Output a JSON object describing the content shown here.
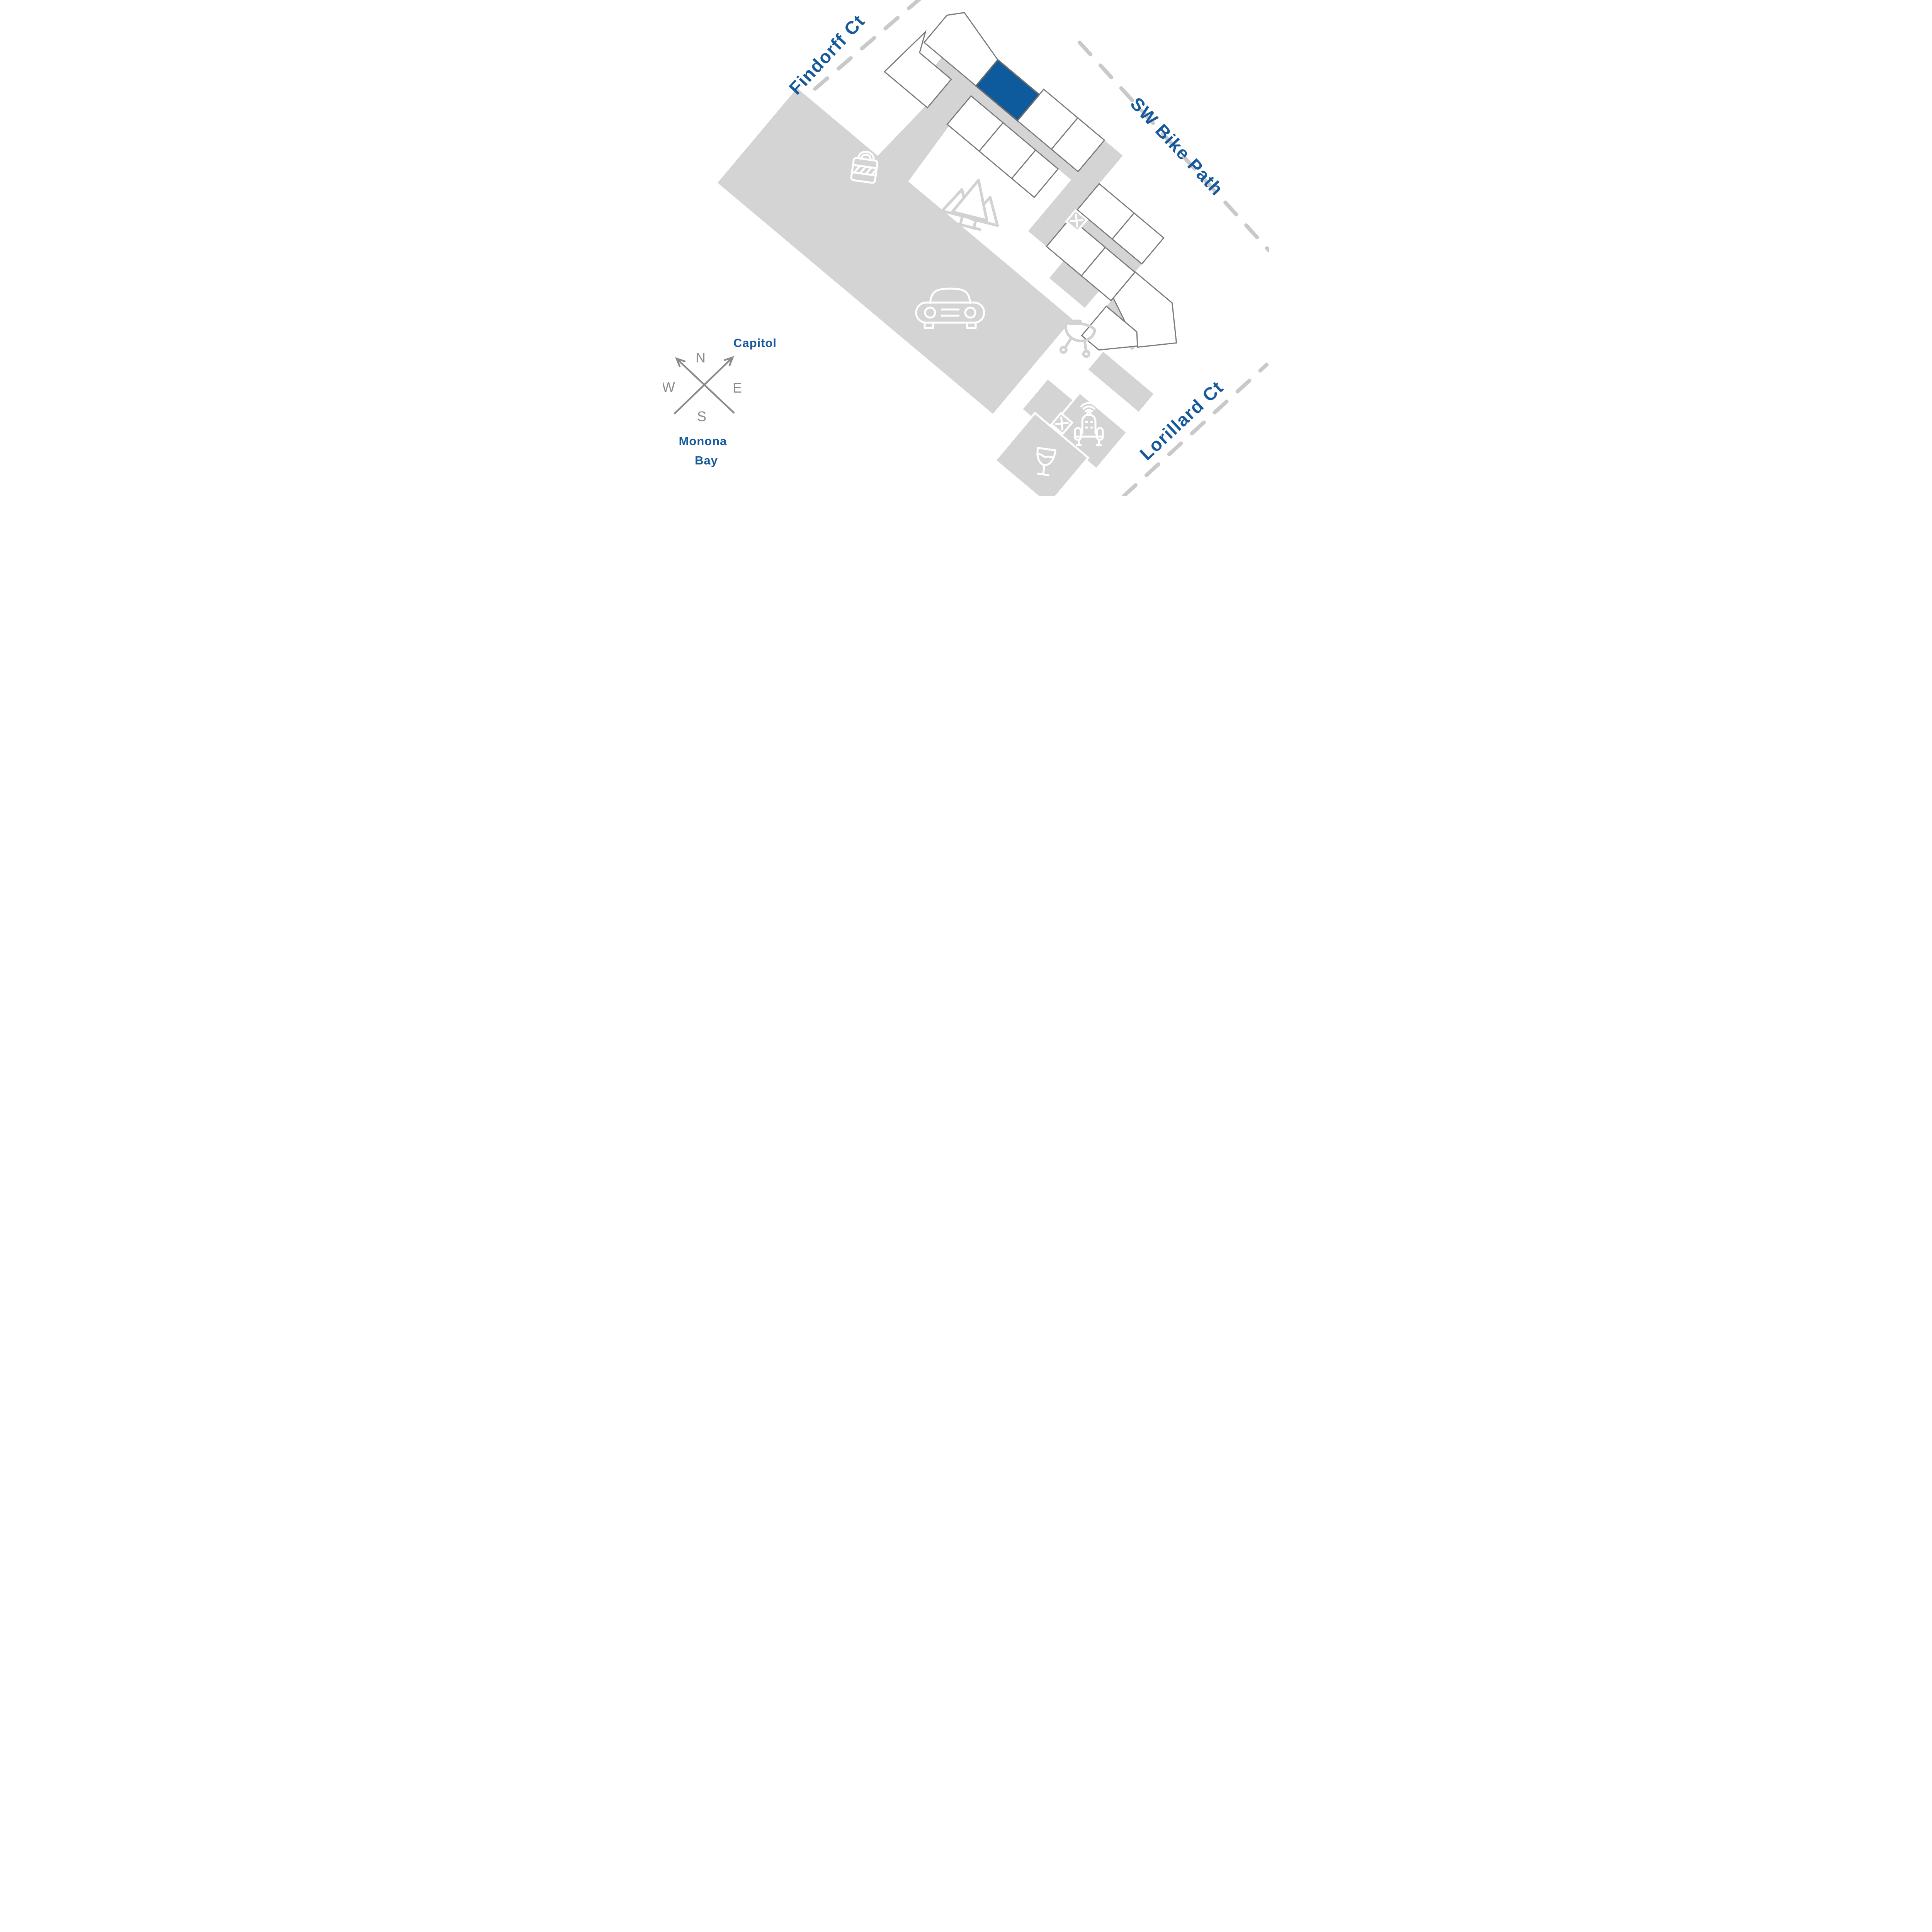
{
  "colors": {
    "selected_unit_blue": "#0d5b9d",
    "label_blue": "#175a9c",
    "corridor_gray": "#d4d4d4",
    "wall_gray": "#7b7b7b",
    "dash_gray": "#c9c9c9",
    "icon_light_gray": "#d2d2d2",
    "icon_white": "#ffffff",
    "compass_gray": "#8a8a8a"
  },
  "streets": {
    "findorff": {
      "label": "Findorff Ct"
    },
    "sw_bike_path": {
      "label": "SW Bike Path"
    },
    "lorillard": {
      "label": "Lorillard Ct"
    }
  },
  "landmarks": {
    "capitol": {
      "label": "Capitol"
    },
    "monona_bay": {
      "line1": "Monona",
      "line2": "Bay"
    }
  },
  "compass": {
    "north": "N",
    "east": "E",
    "south": "S",
    "west": "W"
  },
  "building": {
    "selected_unit": {
      "status": "highlighted",
      "fill": "#0d5b9d"
    },
    "white_unit_count": 13
  },
  "icons": [
    {
      "name": "padlock-icon",
      "area": "parking-garage"
    },
    {
      "name": "car-icon",
      "area": "parking-garage"
    },
    {
      "name": "trees-icon",
      "area": "courtyard"
    },
    {
      "name": "grill-icon",
      "area": "patio"
    },
    {
      "name": "elevator-icon",
      "area": "building-core"
    },
    {
      "name": "elevator-icon",
      "area": "amenity-area"
    },
    {
      "name": "lounge-chair-wifi-icon",
      "area": "amenity-area"
    },
    {
      "name": "wine-glass-icon",
      "area": "amenity-area"
    }
  ]
}
